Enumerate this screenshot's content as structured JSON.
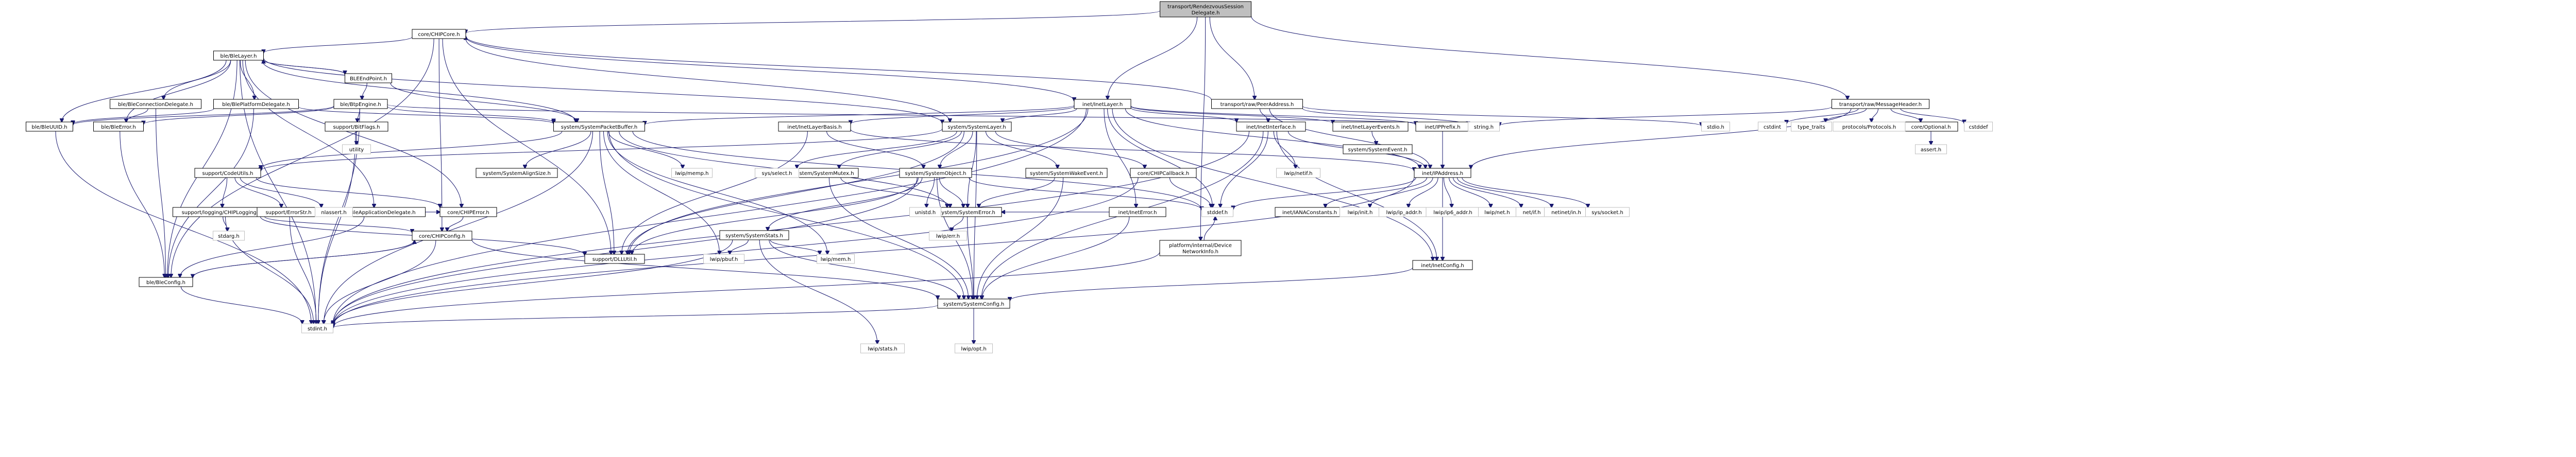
{
  "graph": {
    "edge_color": "#191970",
    "node_fill_root": "#bfbfbf",
    "node_border_system": "#bfbfbf",
    "nodes": [
      {
        "id": "root",
        "label": [
          "transport/RendezvousSession",
          "Delegate.h"
        ],
        "kind": "root"
      },
      {
        "id": "chipcore",
        "label": [
          "core/CHIPCore.h"
        ],
        "kind": "local"
      },
      {
        "id": "inetlayer",
        "label": [
          "inet/InetLayer.h"
        ],
        "kind": "local"
      },
      {
        "id": "peeraddr",
        "label": [
          "transport/raw/PeerAddress.h"
        ],
        "kind": "local"
      },
      {
        "id": "msgheader",
        "label": [
          "transport/raw/MessageHeader.h"
        ],
        "kind": "local"
      },
      {
        "id": "devnet",
        "label": [
          "platform/internal/Device",
          "NetworkInfo.h"
        ],
        "kind": "local"
      },
      {
        "id": "blelayer",
        "label": [
          "ble/BleLayer.h"
        ],
        "kind": "local"
      },
      {
        "id": "bleendpoint",
        "label": [
          "BLEEndPoint.h"
        ],
        "kind": "local"
      },
      {
        "id": "bleplatdel",
        "label": [
          "ble/BlePlatformDelegate.h"
        ],
        "kind": "local"
      },
      {
        "id": "blerbpe",
        "label": [
          "ble/BtpEngine.h"
        ],
        "kind": "local"
      },
      {
        "id": "bleconndel",
        "label": [
          "ble/BleConnectionDelegate.h"
        ],
        "kind": "local"
      },
      {
        "id": "bleuuid",
        "label": [
          "ble/BleUUID.h"
        ],
        "kind": "local"
      },
      {
        "id": "bleerror",
        "label": [
          "ble/BleError.h"
        ],
        "kind": "local"
      },
      {
        "id": "bitflags",
        "label": [
          "support/BitFlags.h"
        ],
        "kind": "local"
      },
      {
        "id": "syspktbuf",
        "label": [
          "system/SystemPacketBuffer.h"
        ],
        "kind": "local"
      },
      {
        "id": "syslayer",
        "label": [
          "system/SystemLayer.h"
        ],
        "kind": "local"
      },
      {
        "id": "inetlayerbasis",
        "label": [
          "inet/InetLayerBasis.h"
        ],
        "kind": "local"
      },
      {
        "id": "inetiface",
        "label": [
          "inet/InetInterface.h"
        ],
        "kind": "local"
      },
      {
        "id": "inetlayerevents",
        "label": [
          "inet/InetLayerEvents.h"
        ],
        "kind": "local"
      },
      {
        "id": "ipprefix",
        "label": [
          "inet/IPPrefix.h"
        ],
        "kind": "local"
      },
      {
        "id": "coreoptional",
        "label": [
          "core/Optional.h"
        ],
        "kind": "local"
      },
      {
        "id": "codeutils",
        "label": [
          "support/CodeUtils.h"
        ],
        "kind": "local"
      },
      {
        "id": "sysalign",
        "label": [
          "system/SystemAlignSize.h"
        ],
        "kind": "local"
      },
      {
        "id": "sysmutex",
        "label": [
          "system/SystemMutex.h"
        ],
        "kind": "local"
      },
      {
        "id": "sysobject",
        "label": [
          "system/SystemObject.h"
        ],
        "kind": "local"
      },
      {
        "id": "syswake",
        "label": [
          "system/SystemWakeEvent.h"
        ],
        "kind": "local"
      },
      {
        "id": "chipcallback",
        "label": [
          "core/CHIPCallback.h"
        ],
        "kind": "local"
      },
      {
        "id": "syserror",
        "label": [
          "system/SystemError.h"
        ],
        "kind": "local"
      },
      {
        "id": "inetconfig",
        "label": [
          "inet/InetConfig.h"
        ],
        "kind": "local"
      },
      {
        "id": "inetipaddr",
        "label": [
          "inet/IPAddress.h"
        ],
        "kind": "local"
      },
      {
        "id": "syssevent",
        "label": [
          "system/SystemEvent.h"
        ],
        "kind": "local"
      },
      {
        "id": "ineterror",
        "label": [
          "inet/InetError.h"
        ],
        "kind": "local"
      },
      {
        "id": "logging",
        "label": [
          "support/logging/CHIPLogging.h"
        ],
        "kind": "local"
      },
      {
        "id": "errorstr",
        "label": [
          "support/ErrorStr.h"
        ],
        "kind": "local"
      },
      {
        "id": "bleappdel",
        "label": [
          "ble/BleApplicationDelegate.h"
        ],
        "kind": "local"
      },
      {
        "id": "chiperror",
        "label": [
          "core/CHIPError.h"
        ],
        "kind": "local"
      },
      {
        "id": "sysstats",
        "label": [
          "system/SystemStats.h"
        ],
        "kind": "local"
      },
      {
        "id": "dlutil",
        "label": [
          "support/DLLUtil.h"
        ],
        "kind": "local"
      },
      {
        "id": "chipconfig",
        "label": [
          "core/CHIPConfig.h"
        ],
        "kind": "local"
      },
      {
        "id": "bleconfig",
        "label": [
          "ble/BleConfig.h"
        ],
        "kind": "local"
      },
      {
        "id": "sysconfig",
        "label": [
          "system/SystemConfig.h"
        ],
        "kind": "local"
      },
      {
        "id": "stdint",
        "label": [
          "stdint.h"
        ],
        "kind": "sys"
      },
      {
        "id": "stddef",
        "label": [
          "stddef.h"
        ],
        "kind": "sys"
      },
      {
        "id": "stdio",
        "label": [
          "stdio.h"
        ],
        "kind": "sys"
      },
      {
        "id": "stringh",
        "label": [
          "string.h"
        ],
        "kind": "sys"
      },
      {
        "id": "utility",
        "label": [
          "utility"
        ],
        "kind": "sys"
      },
      {
        "id": "lwipmemp",
        "label": [
          "lwip/memp.h"
        ],
        "kind": "sys"
      },
      {
        "id": "lwippbuf",
        "label": [
          "lwip/pbuf.h"
        ],
        "kind": "sys"
      },
      {
        "id": "lwipmem",
        "label": [
          "lwip/mem.h"
        ],
        "kind": "sys"
      },
      {
        "id": "syssel",
        "label": [
          "sys/select.h"
        ],
        "kind": "sys"
      },
      {
        "id": "lwipnetif",
        "label": [
          "lwip/netif.h"
        ],
        "kind": "sys"
      },
      {
        "id": "unistd",
        "label": [
          "unistd.h"
        ],
        "kind": "sys"
      },
      {
        "id": "nlassert",
        "label": [
          "nlassert.h"
        ],
        "kind": "sys"
      },
      {
        "id": "stdarg",
        "label": [
          "stdarg.h"
        ],
        "kind": "sys"
      },
      {
        "id": "lwiperr",
        "label": [
          "lwip/err.h"
        ],
        "kind": "sys"
      },
      {
        "id": "lwipstats",
        "label": [
          "lwip/stats.h"
        ],
        "kind": "sys"
      },
      {
        "id": "lwipopt",
        "label": [
          "lwip/opt.h"
        ],
        "kind": "sys"
      },
      {
        "id": "ipaddrconst",
        "label": [
          "inet/IANAConstants.h"
        ],
        "kind": "local"
      },
      {
        "id": "lwipinit",
        "label": [
          "lwip/init.h"
        ],
        "kind": "sys"
      },
      {
        "id": "lwipipaddr",
        "label": [
          "lwip/ip_addr.h"
        ],
        "kind": "sys"
      },
      {
        "id": "lwipip6",
        "label": [
          "lwip/ip6_addr.h"
        ],
        "kind": "sys"
      },
      {
        "id": "lwipnet",
        "label": [
          "lwip/net.h"
        ],
        "kind": "sys"
      },
      {
        "id": "netifh",
        "label": [
          "net/if.h"
        ],
        "kind": "sys"
      },
      {
        "id": "netinet",
        "label": [
          "netinet/in.h"
        ],
        "kind": "sys"
      },
      {
        "id": "syssocket",
        "label": [
          "sys/socket.h"
        ],
        "kind": "sys"
      },
      {
        "id": "cstdint",
        "label": [
          "cstdint"
        ],
        "kind": "sys"
      },
      {
        "id": "typetraits",
        "label": [
          "type_traits"
        ],
        "kind": "sys"
      },
      {
        "id": "protocols",
        "label": [
          "protocols/Protocols.h"
        ],
        "kind": "sys"
      },
      {
        "id": "cstddef",
        "label": [
          "cstddef"
        ],
        "kind": "sys"
      },
      {
        "id": "asserth",
        "label": [
          "assert.h"
        ],
        "kind": "sys"
      }
    ],
    "edges": [
      [
        "root",
        "chipcore"
      ],
      [
        "root",
        "inetlayer"
      ],
      [
        "root",
        "peeraddr"
      ],
      [
        "root",
        "msgheader"
      ],
      [
        "root",
        "devnet"
      ],
      [
        "chipcore",
        "blelayer"
      ],
      [
        "chipcore",
        "syslayer"
      ],
      [
        "chipcore",
        "inetlayer"
      ],
      [
        "chipcore",
        "chipconfig"
      ],
      [
        "chipcore",
        "dlutil"
      ],
      [
        "chipcore",
        "bleconfig"
      ],
      [
        "blelayer",
        "bleendpoint"
      ],
      [
        "blelayer",
        "bleplatdel"
      ],
      [
        "blelayer",
        "bleconndel"
      ],
      [
        "blelayer",
        "bleuuid"
      ],
      [
        "blelayer",
        "bleerror"
      ],
      [
        "blelayer",
        "syspktbuf"
      ],
      [
        "blelayer",
        "syslayer"
      ],
      [
        "blelayer",
        "bleconfig"
      ],
      [
        "blelayer",
        "stdint"
      ],
      [
        "blelayer",
        "bleappdel"
      ],
      [
        "blelayer",
        "chiperror"
      ],
      [
        "bleendpoint",
        "blerbpe"
      ],
      [
        "bleendpoint",
        "blelayer"
      ],
      [
        "bleendpoint",
        "syspktbuf"
      ],
      [
        "blerbpe",
        "bitflags"
      ],
      [
        "blerbpe",
        "syspktbuf"
      ],
      [
        "blerbpe",
        "bleuuid"
      ],
      [
        "blerbpe",
        "bleerror"
      ],
      [
        "blerbpe",
        "stdint"
      ],
      [
        "blerbpe",
        "stringh"
      ],
      [
        "bleplatdel",
        "bleuuid"
      ],
      [
        "bleplatdel",
        "syspktbuf"
      ],
      [
        "bleplatdel",
        "bleconfig"
      ],
      [
        "bleconndel",
        "bleerror"
      ],
      [
        "bleconndel",
        "bleconfig"
      ],
      [
        "bleuuid",
        "stdint"
      ],
      [
        "bleerror",
        "bleconfig"
      ],
      [
        "bitflags",
        "utility"
      ],
      [
        "bitflags",
        "stdint"
      ],
      [
        "syspktbuf",
        "codeutils"
      ],
      [
        "syspktbuf",
        "sysalign"
      ],
      [
        "syspktbuf",
        "lwipmemp"
      ],
      [
        "syspktbuf",
        "lwippbuf"
      ],
      [
        "syspktbuf",
        "lwipmem"
      ],
      [
        "syspktbuf",
        "dlutil"
      ],
      [
        "syspktbuf",
        "syserror"
      ],
      [
        "syspktbuf",
        "sysconfig"
      ],
      [
        "syspktbuf",
        "stddef"
      ],
      [
        "syspktbuf",
        "stdint"
      ],
      [
        "syslayer",
        "sysobject"
      ],
      [
        "syslayer",
        "sysmutex"
      ],
      [
        "syslayer",
        "syswake"
      ],
      [
        "syslayer",
        "chipcallback"
      ],
      [
        "syslayer",
        "syserror"
      ],
      [
        "syslayer",
        "sysconfig"
      ],
      [
        "syslayer",
        "syssel"
      ],
      [
        "syslayer",
        "dlutil"
      ],
      [
        "syslayer",
        "codeutils"
      ],
      [
        "inetlayer",
        "inetlayerbasis"
      ],
      [
        "inetlayer",
        "inetiface"
      ],
      [
        "inetlayer",
        "inetlayerevents"
      ],
      [
        "inetlayer",
        "ipprefix"
      ],
      [
        "inetlayer",
        "inetipaddr"
      ],
      [
        "inetlayer",
        "ineterror"
      ],
      [
        "inetlayer",
        "inetconfig"
      ],
      [
        "inetlayer",
        "syslayer"
      ],
      [
        "inetlayer",
        "syspktbuf"
      ],
      [
        "inetlayer",
        "stdint"
      ],
      [
        "inetlayer",
        "dlutil"
      ],
      [
        "inetlayer",
        "stddef"
      ],
      [
        "inetlayerbasis",
        "sysobject"
      ],
      [
        "inetlayerbasis",
        "inetipaddr"
      ],
      [
        "inetlayerbasis",
        "dlutil"
      ],
      [
        "inetiface",
        "inetipaddr"
      ],
      [
        "inetiface",
        "lwipnetif"
      ],
      [
        "inetiface",
        "inetconfig"
      ],
      [
        "inetiface",
        "stddef"
      ],
      [
        "inetiface",
        "stdint"
      ],
      [
        "inetiface",
        "sysconfig"
      ],
      [
        "inetlayerevents",
        "syssevent"
      ],
      [
        "ipprefix",
        "inetipaddr"
      ],
      [
        "peeraddr",
        "inetiface"
      ],
      [
        "peeraddr",
        "inetipaddr"
      ],
      [
        "peeraddr",
        "stringh"
      ],
      [
        "peeraddr",
        "stdio"
      ],
      [
        "peeraddr",
        "chipcore"
      ],
      [
        "msgheader",
        "cstdint"
      ],
      [
        "msgheader",
        "typetraits"
      ],
      [
        "msgheader",
        "protocols"
      ],
      [
        "msgheader",
        "coreoptional"
      ],
      [
        "msgheader",
        "cstddef"
      ],
      [
        "msgheader",
        "stringh"
      ],
      [
        "msgheader",
        "inetipaddr"
      ],
      [
        "coreoptional",
        "asserth"
      ],
      [
        "codeutils",
        "logging"
      ],
      [
        "codeutils",
        "errorstr"
      ],
      [
        "codeutils",
        "nlassert"
      ],
      [
        "codeutils",
        "chiperror"
      ],
      [
        "sysmutex",
        "sysconfig"
      ],
      [
        "sysmutex",
        "syserror"
      ],
      [
        "sysobject",
        "syserror"
      ],
      [
        "sysobject",
        "sysstats"
      ],
      [
        "sysobject",
        "unistd"
      ],
      [
        "sysobject",
        "stdint"
      ],
      [
        "sysobject",
        "stddef"
      ],
      [
        "sysobject",
        "dlutil"
      ],
      [
        "sysobject",
        "sysconfig"
      ],
      [
        "syswake",
        "syserror"
      ],
      [
        "syswake",
        "sysconfig"
      ],
      [
        "chipcallback",
        "stddef"
      ],
      [
        "chipcallback",
        "stdint"
      ],
      [
        "syserror",
        "lwiperr"
      ],
      [
        "syserror",
        "sysconfig"
      ],
      [
        "sysstats",
        "lwipstats"
      ],
      [
        "sysstats",
        "lwipmem"
      ],
      [
        "sysstats",
        "lwippbuf"
      ],
      [
        "sysstats",
        "sysconfig"
      ],
      [
        "sysstats",
        "stdint"
      ],
      [
        "inetipaddr",
        "ipaddrconst"
      ],
      [
        "inetipaddr",
        "lwipinit"
      ],
      [
        "inetipaddr",
        "lwipipaddr"
      ],
      [
        "inetipaddr",
        "lwipip6"
      ],
      [
        "inetipaddr",
        "lwipnet"
      ],
      [
        "inetipaddr",
        "netifh"
      ],
      [
        "inetipaddr",
        "netinet"
      ],
      [
        "inetipaddr",
        "syssocket"
      ],
      [
        "inetipaddr",
        "inetconfig"
      ],
      [
        "inetipaddr",
        "stddef"
      ],
      [
        "inetipaddr",
        "stdint"
      ],
      [
        "ineterror",
        "syserror"
      ],
      [
        "ineterror",
        "sysconfig"
      ],
      [
        "inetconfig",
        "sysconfig"
      ],
      [
        "logging",
        "dlutil"
      ],
      [
        "logging",
        "stdarg"
      ],
      [
        "logging",
        "stdint"
      ],
      [
        "logging",
        "chipconfig"
      ],
      [
        "errorstr",
        "chiperror"
      ],
      [
        "errorstr",
        "stdint"
      ],
      [
        "bleappdel",
        "bleconfig"
      ],
      [
        "chiperror",
        "chipconfig"
      ],
      [
        "chipconfig",
        "bleconfig"
      ],
      [
        "chipconfig",
        "sysconfig"
      ],
      [
        "chipconfig",
        "stdint"
      ],
      [
        "bleconfig",
        "chipconfig"
      ],
      [
        "bleconfig",
        "stdint"
      ],
      [
        "sysconfig",
        "lwipopt"
      ],
      [
        "sysconfig",
        "stdint"
      ],
      [
        "devnet",
        "stdint"
      ],
      [
        "devnet",
        "stddef"
      ]
    ]
  }
}
